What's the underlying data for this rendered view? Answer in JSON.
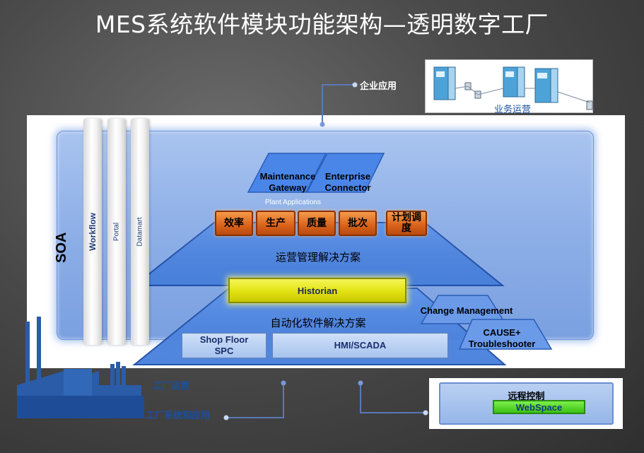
{
  "title": "MES系统软件模块功能架构—透明数字工厂",
  "top": {
    "corp_app_label": "企业应用",
    "biz_ops_label": "业务运营"
  },
  "soa": {
    "label": "SOA",
    "pillars": [
      "Workflow",
      "Portal",
      "Datamart"
    ]
  },
  "plant_apps": {
    "maintenance_gateway": "Maintenance\nGateway",
    "enterprise_connector": "Enterprise\nConnector",
    "label": "Plant Applications",
    "modules": [
      "效率",
      "生产",
      "质量",
      "批次",
      "计划调度"
    ]
  },
  "operations_layer_label": "运营管理解决方案",
  "historian_label": "Historian",
  "automation_layer_label": "自动化软件解决方案",
  "automation_boxes": {
    "shop_floor": "Shop Floor\nSPC",
    "hmi": "HMI/SCADA"
  },
  "side": {
    "change_management": "Change Management",
    "cause": "CAUSE+\nTroubleshooter"
  },
  "bottom": {
    "factory_ops_label": "工厂运营",
    "factory_sys_label": "工厂系统和应用",
    "remote_control_label": "远程控制",
    "webspace_label": "WebSpace"
  },
  "colors": {
    "background": "#4a4a4a",
    "layer_blue": "#4a86e8",
    "module_orange": "#e06a1e",
    "historian_yellow": "#e4e416",
    "webspace_green": "#3cc014",
    "factory_blue": "#2a5ca8"
  }
}
